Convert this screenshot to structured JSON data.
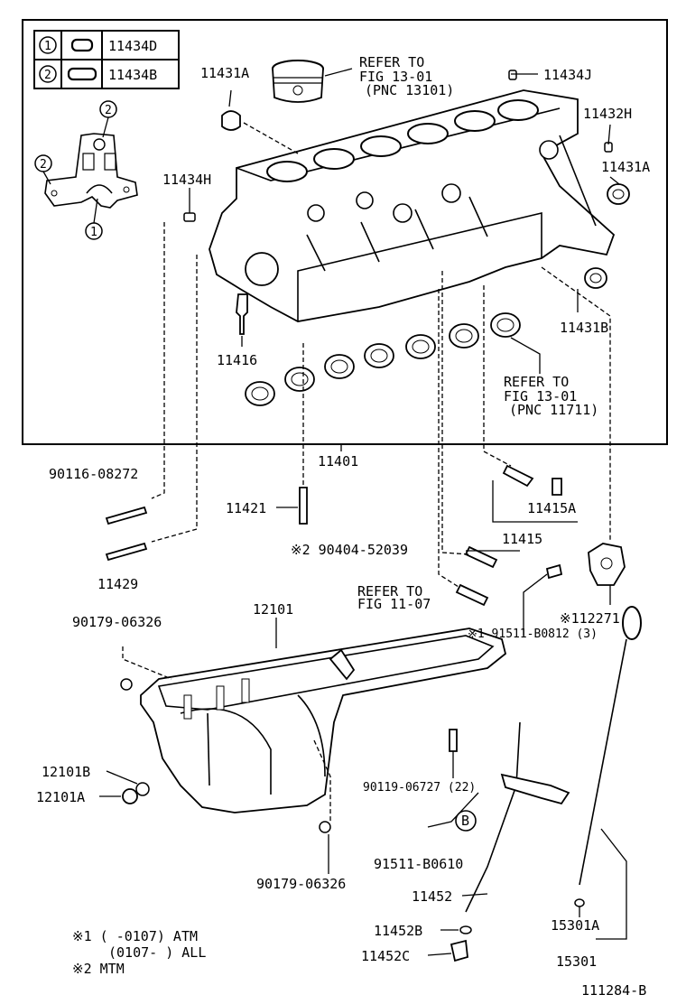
{
  "legend": {
    "rows": [
      {
        "num": "1",
        "part": "11434D"
      },
      {
        "num": "2",
        "part": "11434B"
      }
    ]
  },
  "labels": {
    "p11431A_top": "11431A",
    "refer_piston_1": "REFER TO",
    "refer_piston_2": "FIG 13-01",
    "refer_piston_3": "(PNC 13101)",
    "p11434J": "11434J",
    "p11432H": "11432H",
    "p11431A_right": "11431A",
    "p11434H": "11434H",
    "p11416": "11416",
    "p11431B": "11431B",
    "refer_bearing_1": "REFER TO",
    "refer_bearing_2": "FIG 13-01",
    "refer_bearing_3": "(PNC 11711)",
    "p11401": "11401",
    "p90116": "90116-08272",
    "p11421": "11421",
    "p11415A": "11415A",
    "p11415": "11415",
    "p11429": "11429",
    "p90404": "※2 90404-52039",
    "refer_fig11_1": "REFER TO",
    "refer_fig11_2": "FIG 11-07",
    "p12101": "12101",
    "p90179_top": "90179-06326",
    "p112271": "※112271",
    "p91511_B0812": "※1 91511-B0812 (3)",
    "p12101B": "12101B",
    "p12101A": "12101A",
    "p90119": "90119-06727 (22)",
    "b_marker": "B",
    "p91511_B0610": "91511-B0610",
    "p90179_bottom": "90179-06326",
    "p11452": "11452",
    "p11452B": "11452B",
    "p11452C": "11452C",
    "p15301A": "15301A",
    "p15301": "15301",
    "note1_line1": "※1 (     -0107) ATM",
    "note1_line2": "(0107-     ) ALL",
    "note2": "※2  MTM",
    "figure_id": "111284-B"
  }
}
